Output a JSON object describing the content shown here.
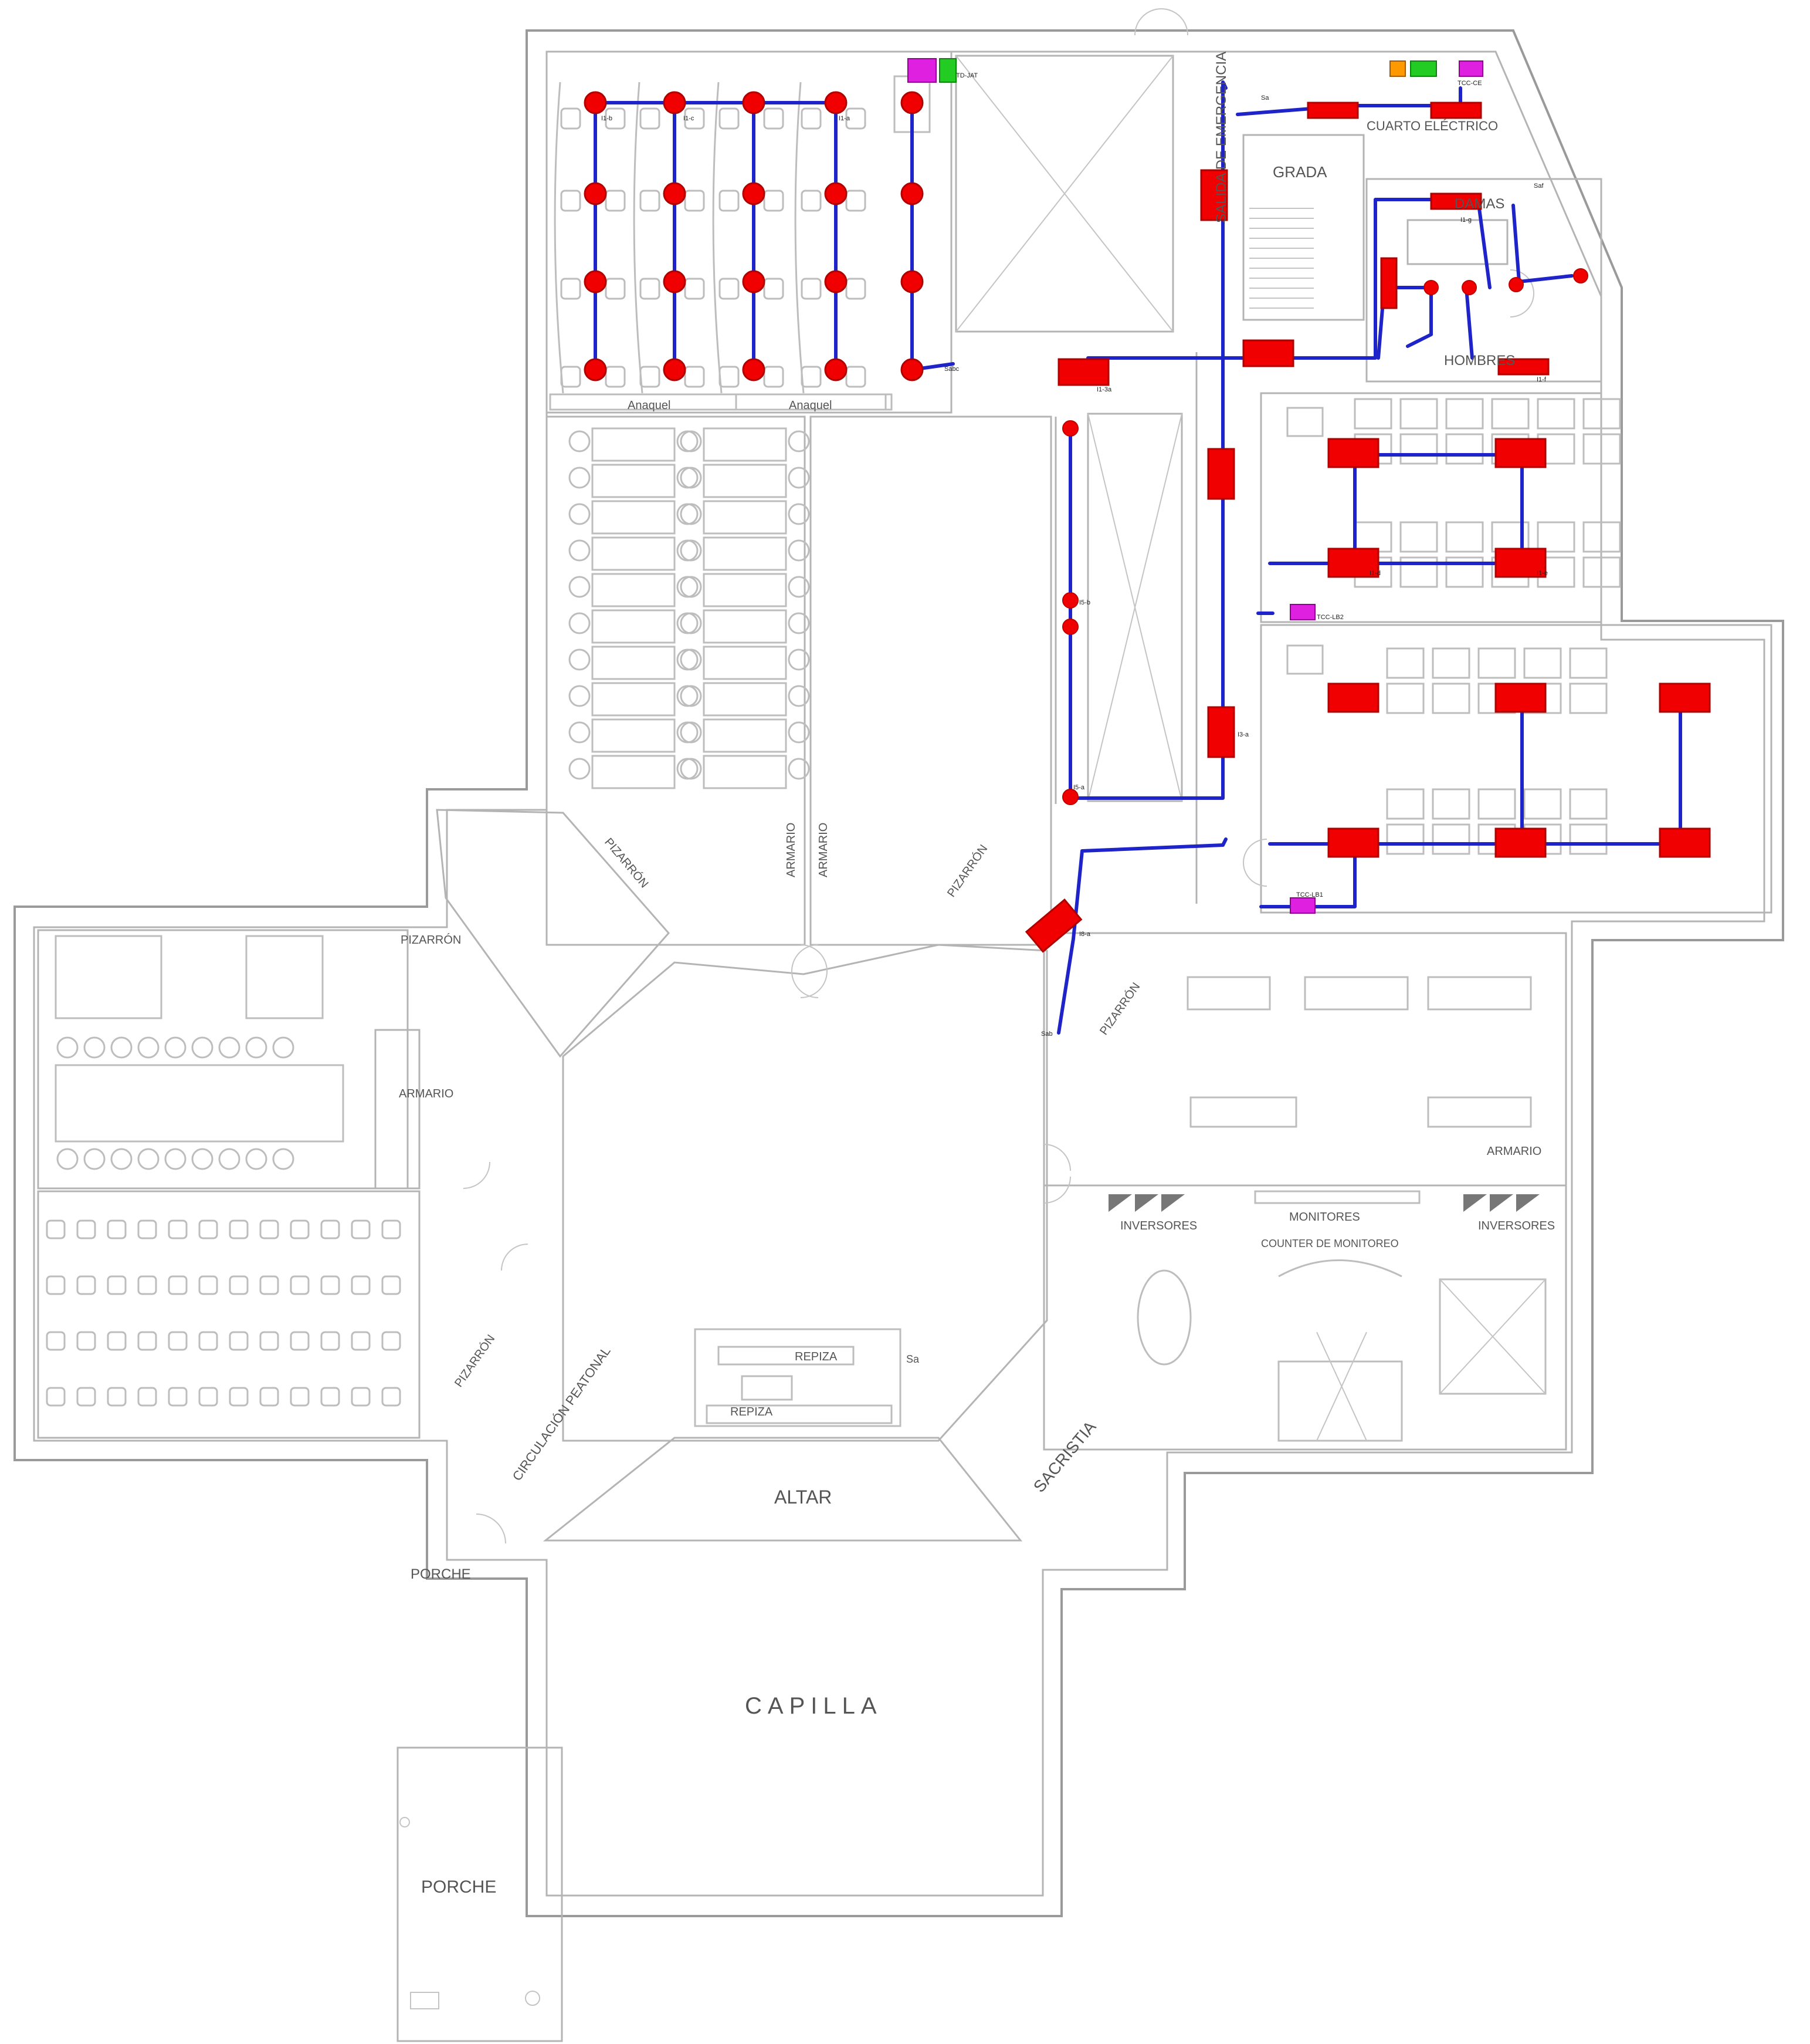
{
  "colors": {
    "walls": "#9a9a9a",
    "circuit": "#1f24c8",
    "luminaire": "#f00000",
    "panel_magenta": "#e020e0",
    "panel_green": "#22cc22",
    "panel_orange": "#ff9900",
    "desk_highlight": "#f2c060"
  },
  "legend_icons": [
    "luminaire-panel",
    "luminaire-round",
    "switch",
    "distribution-board"
  ],
  "labels": {
    "anaquel": "Anaquel",
    "pizarron": "PIZARRÓN",
    "armario": "ARMARIO",
    "grada": "GRADA",
    "salida_emergencia": "SALIDA DE EMERGENCIA",
    "cuarto_electrico": "CUARTO ELÉCTRICO",
    "damas": "DAMAS",
    "hombres": "HOMBRES",
    "inversores": "INVERSORES",
    "monitores": "MONITORES",
    "counter": "COUNTER DE MONITOREO",
    "repiza": "REPIZA",
    "altar": "ALTAR",
    "sacristia": "SACRISTIA",
    "capilla": "CAPILLA",
    "porche": "PORCHE",
    "circulacion": "CIRCULACIÓN PEATONAL",
    "sa": "Sa"
  },
  "panels": {
    "td_jat": "TD-JAT",
    "tcc_ce": "TCC-CE",
    "tcc_lb1": "TCC-LB1",
    "tcc_lb2": "TCC-LB2"
  },
  "circuits": {
    "i1a": "I1-a",
    "i1b": "I1-b",
    "i1c": "I1-c",
    "i1d": "I1-d",
    "i1e": "I1-e",
    "i1f": "I1-f",
    "i1g": "I1-g",
    "i13a": "I1-3a",
    "i3a": "I3-a",
    "i5a": "I5-a",
    "i5b": "I5-b",
    "i8a": "I8-a",
    "sa": "Sa",
    "sab": "Sab",
    "saf": "Saf",
    "sabc": "Sabc"
  }
}
